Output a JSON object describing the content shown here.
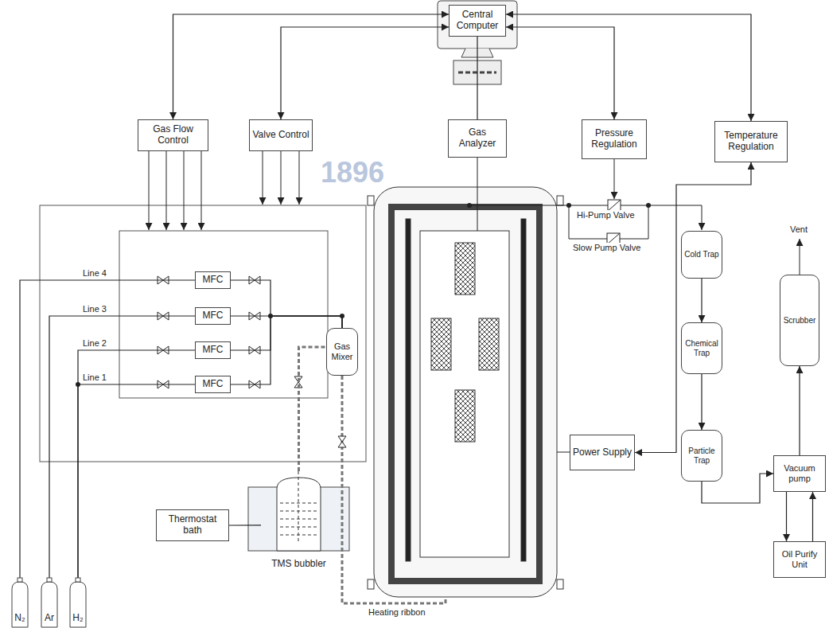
{
  "diagram": {
    "nodes": [
      {
        "text": [
          "Central Computer"
        ]
      },
      {
        "text": [
          "Gas Flow Control"
        ]
      },
      {
        "text": [
          "Valve Control"
        ]
      },
      {
        "text": [
          "Gas Analyzer"
        ]
      },
      {
        "text": [
          "Pressure Regulation"
        ]
      },
      {
        "text": [
          "Temperature Regulation"
        ]
      },
      {
        "text": [
          "MFC"
        ]
      },
      {
        "text": [
          "MFC"
        ]
      },
      {
        "text": [
          "MFC"
        ]
      },
      {
        "text": [
          "MFC"
        ]
      },
      {
        "text": [
          "Gas Mixer"
        ]
      },
      {
        "text": [
          "Thermostat bath"
        ]
      },
      {
        "text": [
          "TMS bubbler"
        ]
      },
      {
        "text": [
          "N₂"
        ]
      },
      {
        "text": [
          "Ar"
        ]
      },
      {
        "text": [
          "H₂"
        ]
      },
      {
        "text": [
          "Power Supply"
        ]
      },
      {
        "text": [
          "Cold Trap"
        ]
      },
      {
        "text": [
          "Chemical Trap"
        ]
      },
      {
        "text": [
          "Particle Trap"
        ]
      },
      {
        "text": [
          "Vacuum pump"
        ]
      },
      {
        "text": [
          "Oil Purify Unit"
        ]
      },
      {
        "text": [
          "Scrubber"
        ]
      }
    ],
    "edges": [
      {
        "from": 0,
        "to": 1,
        "arrow": "both"
      },
      {
        "from": 0,
        "to": 2,
        "arrow": "both"
      },
      {
        "from": 0,
        "to": 4,
        "arrow": "both"
      },
      {
        "from": 0,
        "to": 5,
        "arrow": "both"
      },
      {
        "from": 3,
        "to": 0,
        "arrow": "none"
      },
      {
        "from": 6,
        "to": 10,
        "arrow": "none"
      },
      {
        "from": 7,
        "to": 10,
        "arrow": "none"
      },
      {
        "from": 8,
        "to": 10,
        "arrow": "none"
      },
      {
        "from": 9,
        "to": 10,
        "arrow": "none"
      },
      {
        "from": 12,
        "to": 10,
        "arrow": "none"
      },
      {
        "from": 11,
        "to": 12,
        "arrow": "none"
      },
      {
        "from": 13,
        "to": 6,
        "arrow": "none"
      },
      {
        "from": 14,
        "to": 7,
        "arrow": "none"
      },
      {
        "from": 15,
        "to": 8,
        "arrow": "none"
      },
      {
        "from": 15,
        "to": 9,
        "arrow": "none"
      },
      {
        "from": 5,
        "to": 16,
        "arrow": "both"
      },
      {
        "from": 17,
        "to": 18,
        "arrow": "to"
      },
      {
        "from": 18,
        "to": 19,
        "arrow": "to"
      },
      {
        "from": 19,
        "to": 20,
        "arrow": "to"
      },
      {
        "from": 20,
        "to": 22,
        "arrow": "to"
      },
      {
        "from": 20,
        "to": 21,
        "arrow": "to"
      },
      {
        "from": 21,
        "to": 20,
        "arrow": "to"
      }
    ],
    "labels": [
      "Line 4",
      "Line 3",
      "Line 2",
      "Line 1",
      "Hi-Pump Valve",
      "Slow Pump Valve",
      "Vent",
      "Heating ribbon",
      "1896"
    ]
  }
}
